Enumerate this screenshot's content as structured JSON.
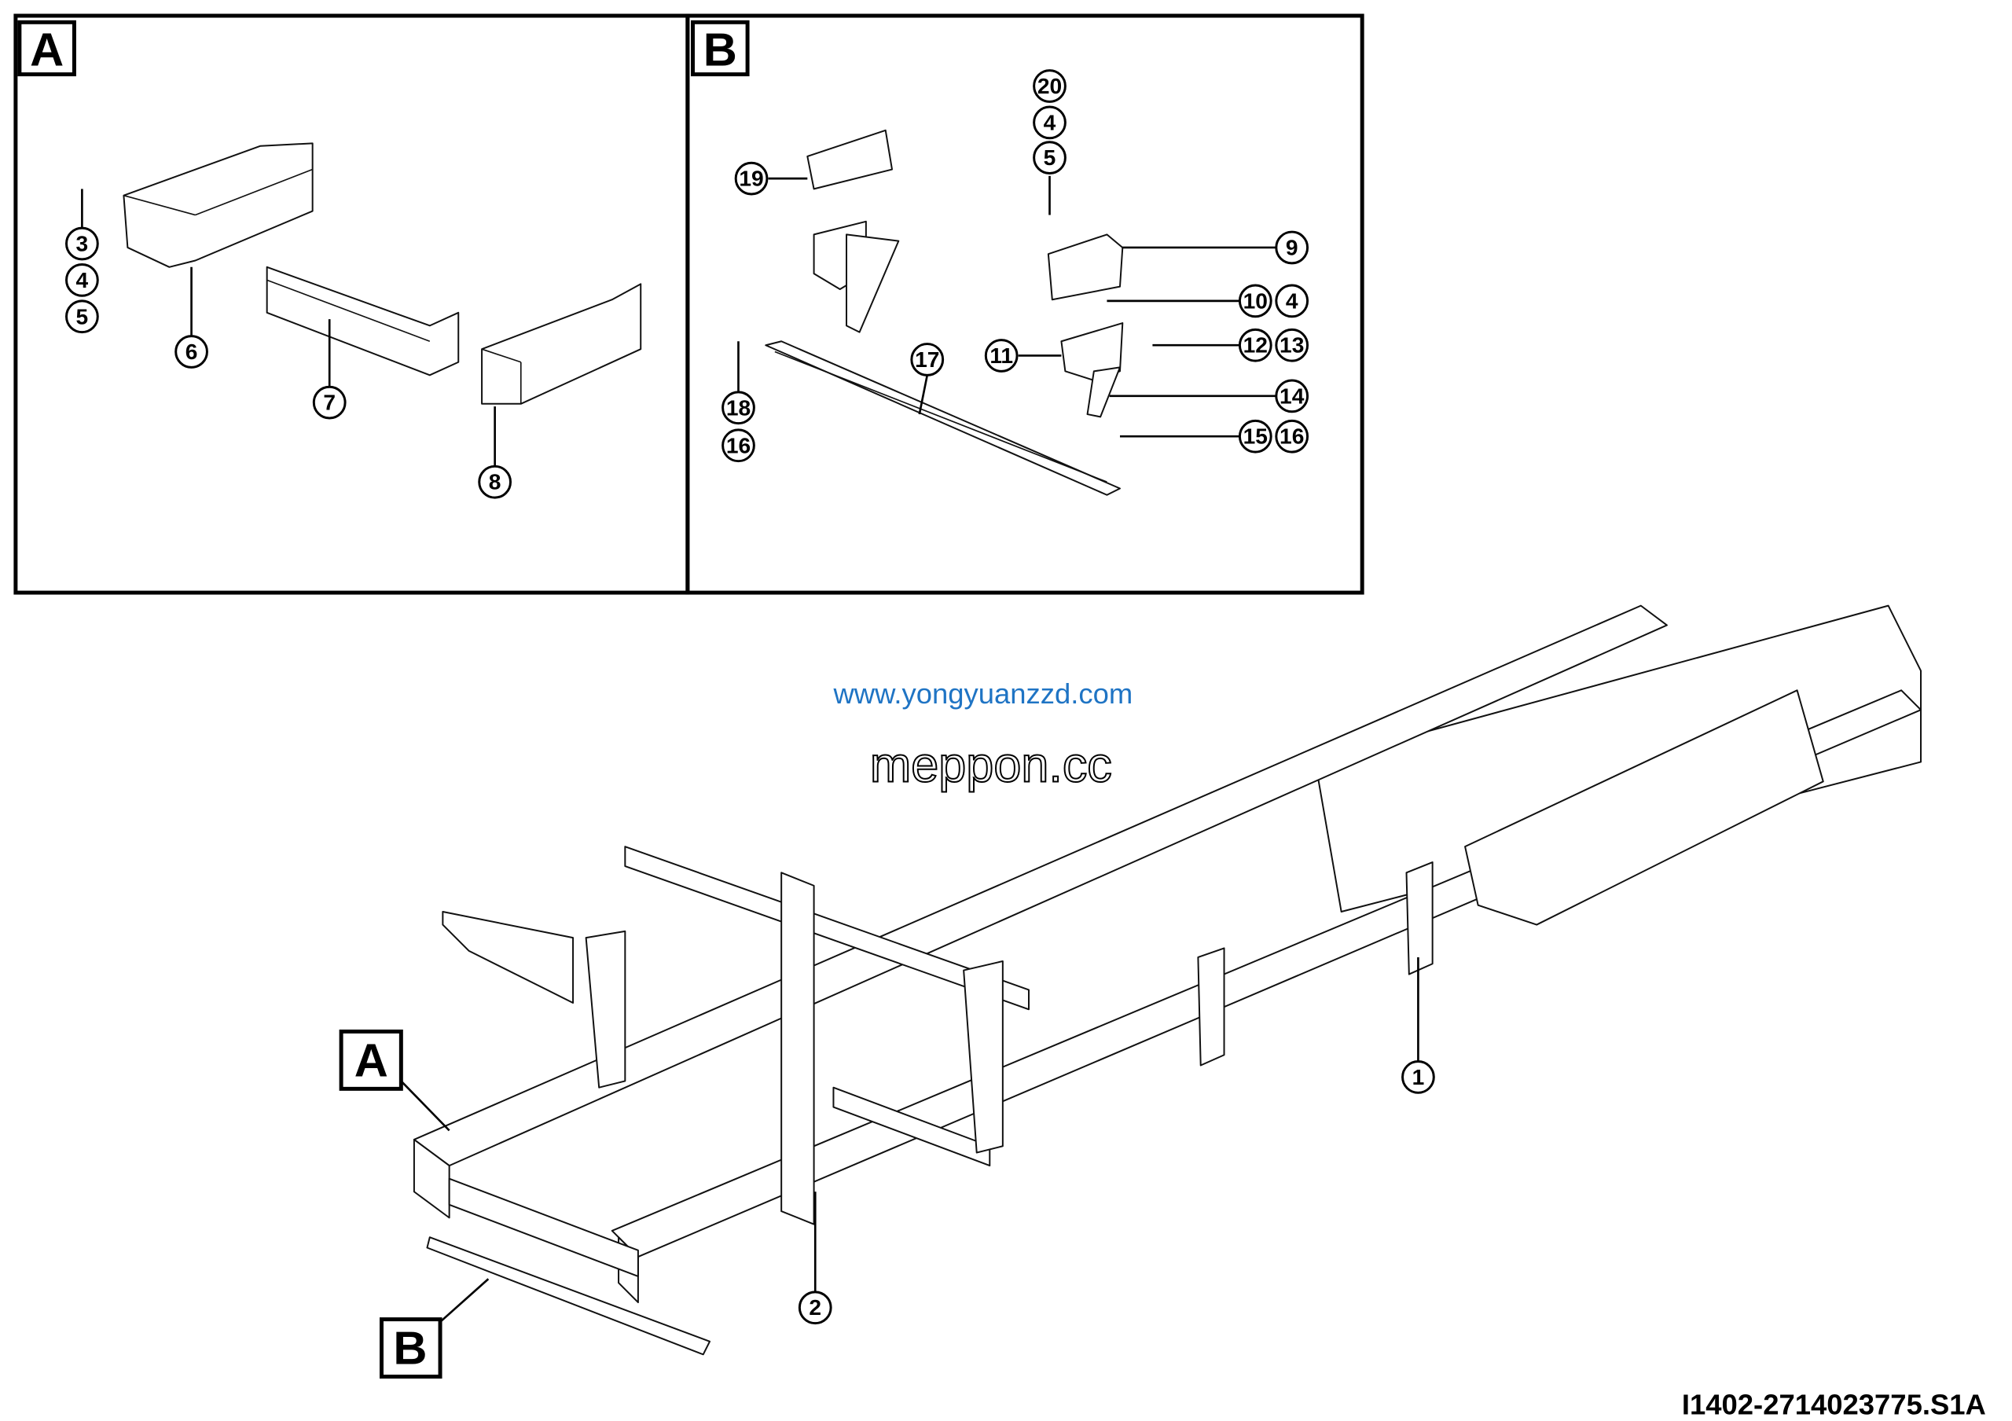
{
  "detail_a": {
    "label": "A",
    "callouts": [
      "3",
      "4",
      "5",
      "6",
      "7",
      "8"
    ]
  },
  "detail_b": {
    "label": "B",
    "callouts": [
      "19",
      "20",
      "4",
      "5",
      "9",
      "10",
      "4",
      "11",
      "12",
      "13",
      "14",
      "17",
      "18",
      "16",
      "15",
      "16"
    ]
  },
  "main_view": {
    "label_a": "A",
    "label_b": "B",
    "callouts": [
      "1",
      "2"
    ]
  },
  "watermark": {
    "url": "www.yongyuanzzd.com",
    "brand": "meppon.cc",
    "url_color": "#1f74c4"
  },
  "document_id": "I1402-2714023775.S1A"
}
